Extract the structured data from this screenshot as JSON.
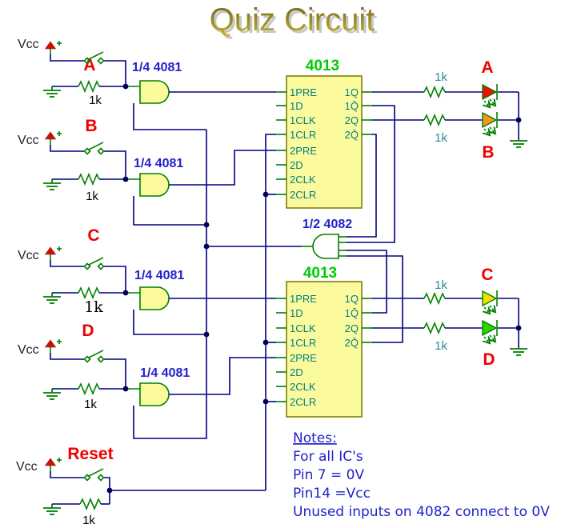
{
  "title": "Quiz Circuit",
  "labels": {
    "vcc": "Vcc",
    "resistor": "1k"
  },
  "inputs": [
    {
      "id": "A",
      "label": "A",
      "gate_label": "1/4 4081",
      "resistor": "1k",
      "vcc": "Vcc"
    },
    {
      "id": "B",
      "label": "B",
      "gate_label": "1/4 4081",
      "resistor": "1k",
      "vcc": "Vcc"
    },
    {
      "id": "C",
      "label": "C",
      "gate_label": "1/4 4081",
      "resistor": "1k",
      "vcc": "Vcc"
    },
    {
      "id": "D",
      "label": "D",
      "gate_label": "1/4 4081",
      "resistor": "1k",
      "vcc": "Vcc"
    }
  ],
  "reset": {
    "label": "Reset",
    "vcc": "Vcc",
    "resistor": "1k"
  },
  "ics": {
    "ff1": {
      "title": "4013",
      "left_pins": [
        "1PRE",
        "1D",
        "1CLK",
        "1CLR",
        "2PRE",
        "2D",
        "2CLK",
        "2CLR"
      ],
      "right_pins": [
        "1Q",
        "1Q̄",
        "2Q",
        "2Q̄"
      ]
    },
    "ff2": {
      "title": "4013",
      "left_pins": [
        "1PRE",
        "1D",
        "1CLK",
        "1CLR",
        "2PRE",
        "2D",
        "2CLK",
        "2CLR"
      ],
      "right_pins": [
        "1Q",
        "1Q̄",
        "2Q",
        "2Q̄"
      ]
    },
    "and4082": {
      "label": "1/2 4082"
    }
  },
  "leds": [
    {
      "label": "A",
      "color": "#ee1100",
      "resistor": "1k"
    },
    {
      "label": "B",
      "color": "#f7941d",
      "resistor": "1k"
    },
    {
      "label": "C",
      "color": "#f0e000",
      "resistor": "1k"
    },
    {
      "label": "D",
      "color": "#2fd400",
      "resistor": "1k"
    }
  ],
  "notes": {
    "heading": "Notes:",
    "lines": [
      "For all IC's",
      "Pin 7  = 0V",
      "Pin14 =Vcc",
      "Unused inputs on 4082 connect to 0V"
    ]
  },
  "colors": {
    "wire": "#000080",
    "component": "#008000",
    "ic_fill": "#fbfb9e",
    "ic_border": "#808000",
    "pin_text": "#008080",
    "ic_title": "#00cc00",
    "gate_label_text": "#2222cc",
    "section_label_text": "#ee0000",
    "note_text": "#2222cc",
    "led_resistor_label": "#2e8b9a",
    "title_text": "#8a7d1e"
  }
}
